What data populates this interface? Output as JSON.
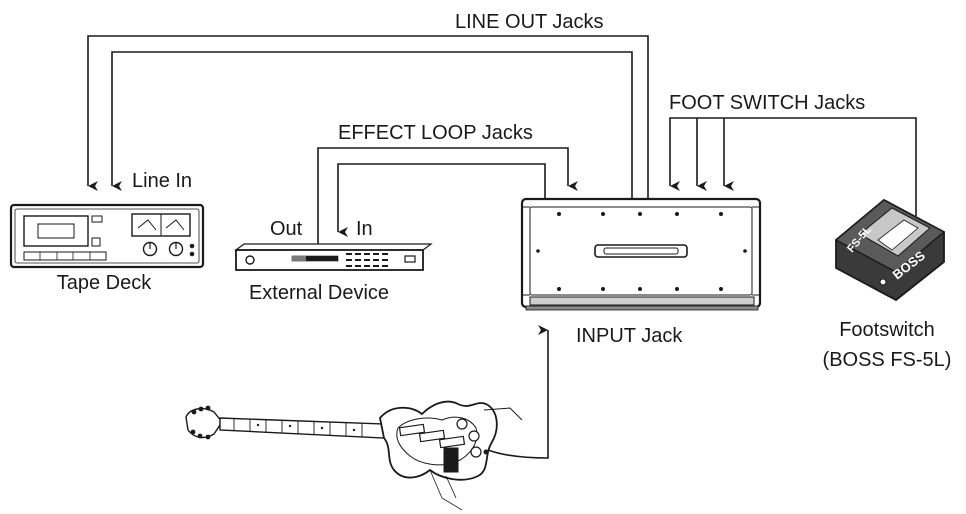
{
  "labels": {
    "line_out": "LINE OUT Jacks",
    "foot_switch": "FOOT SWITCH Jacks",
    "effect_loop": "EFFECT LOOP Jacks",
    "line_in": "Line In",
    "out": "Out",
    "in": "In",
    "tape_deck": "Tape Deck",
    "external_device": "External Device",
    "input_jack": "INPUT Jack",
    "footswitch_line1": "Footswitch",
    "footswitch_line2": "(BOSS FS-5L)"
  },
  "device_marks": {
    "pedal_model": "FS-5L",
    "pedal_brand": "BOSS"
  },
  "colors": {
    "ink": "#1a1a1a",
    "paper": "#ffffff"
  }
}
